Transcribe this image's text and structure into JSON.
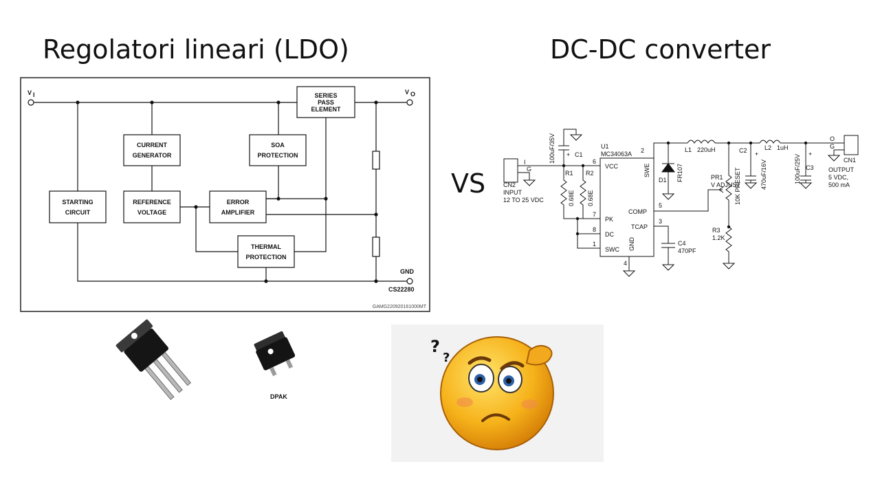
{
  "titles": {
    "left": "Regolatori lineari  (LDO)",
    "right": "DC-DC converter",
    "vs": "VS"
  },
  "ldo": {
    "vin": "V",
    "vin_sub": "I",
    "vout": "V",
    "vout_sub": "O",
    "gnd": "GND",
    "blocks": {
      "series_pass": [
        "SERIES",
        "PASS",
        "ELEMENT"
      ],
      "current_gen": [
        "CURRENT",
        "GENERATOR"
      ],
      "soa": [
        "SOA",
        "PROTECTION"
      ],
      "starting": [
        "STARTING",
        "CIRCUIT"
      ],
      "reference": [
        "REFERENCE",
        "VOLTAGE"
      ],
      "error_amp": [
        "ERROR",
        "AMPLIFIER"
      ],
      "thermal": [
        "THERMAL",
        "PROTECTION"
      ]
    },
    "code_small": "CS22280",
    "code": "GAMG220920161000MT"
  },
  "packages": {
    "dpak": "DPAK"
  },
  "dcdc": {
    "cn2": "CN2",
    "input": "INPUT",
    "input_range": "12 TO 25 VDC",
    "cn2_pin_i": "I",
    "cn2_pin_g": "G",
    "c1_value": "100uF/35V",
    "c1_plus": "+",
    "c1": "C1",
    "u1": "U1",
    "u1_part": "MC34063A",
    "r1": "R1",
    "r1_value": "0.68E",
    "r2": "R2",
    "r2_value": "0.68E",
    "pins": {
      "vcc": "VCC",
      "pk": "PK",
      "dc": "DC",
      "swc": "SWC",
      "swe": "SWE",
      "comp": "COMP",
      "tcap": "TCAP",
      "gnd": "GND",
      "n6": "6",
      "n7": "7",
      "n8": "8",
      "n1": "1",
      "n2": "2",
      "n5": "5",
      "n3": "3",
      "n4": "4"
    },
    "l1": "L1",
    "l1_value": "220uH",
    "d1": "D1",
    "d1_part": "FR107",
    "c2": "C2",
    "c2_value": "470uF/16V",
    "c2_plus": "+",
    "l2": "L2",
    "l2_value": "1uH",
    "c3": "C3",
    "c3_value": "100uF/25V",
    "c3_plus": "+",
    "pr1": "PR1",
    "pr1_desc": "V ADJUST",
    "pr1_value": "10K PRESET",
    "r3": "R3",
    "r3_value": "1.2K",
    "c4": "C4",
    "c4_value": "470PF",
    "cn1": "CN1",
    "output": "OUTPUT",
    "output_v": "5  VDC,",
    "output_i": "500 mA",
    "cn1_pin_o": "O",
    "cn1_pin_g": "G"
  }
}
